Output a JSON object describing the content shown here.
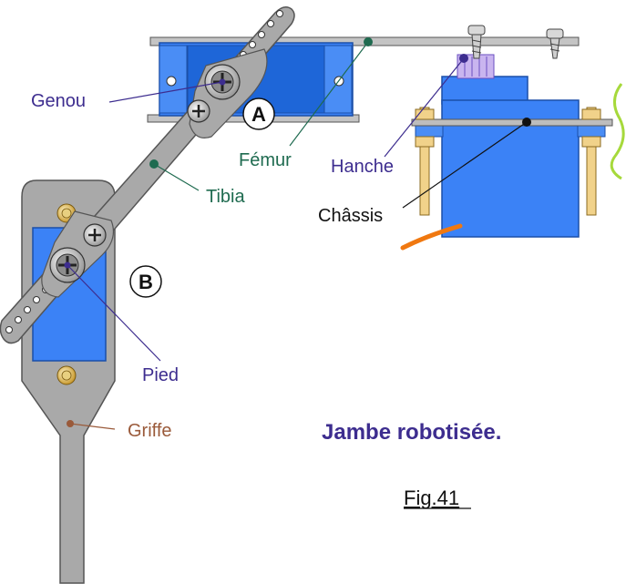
{
  "labels": {
    "genou": "Genou",
    "femur": "Fémur",
    "hanche": "Hanche",
    "tibia": "Tibia",
    "chassis": "Châssis",
    "pied": "Pied",
    "griffe": "Griffe",
    "marker_a": "A",
    "marker_b": "B"
  },
  "caption": {
    "title": "Jambe robotisée.",
    "figure": "Fig.41"
  },
  "colors": {
    "servo_blue": "#3b82f6",
    "servo_dark": "#1e66d8",
    "metal_gray": "#a7a7a7",
    "outline": "#444444",
    "label_purple": "#3d2d8f",
    "label_green": "#1f6b50",
    "label_brown": "#9a5a3a",
    "screw_gold": "#e9c46a",
    "wire_orange": "#f07810",
    "wire_green": "#a6d93b"
  }
}
